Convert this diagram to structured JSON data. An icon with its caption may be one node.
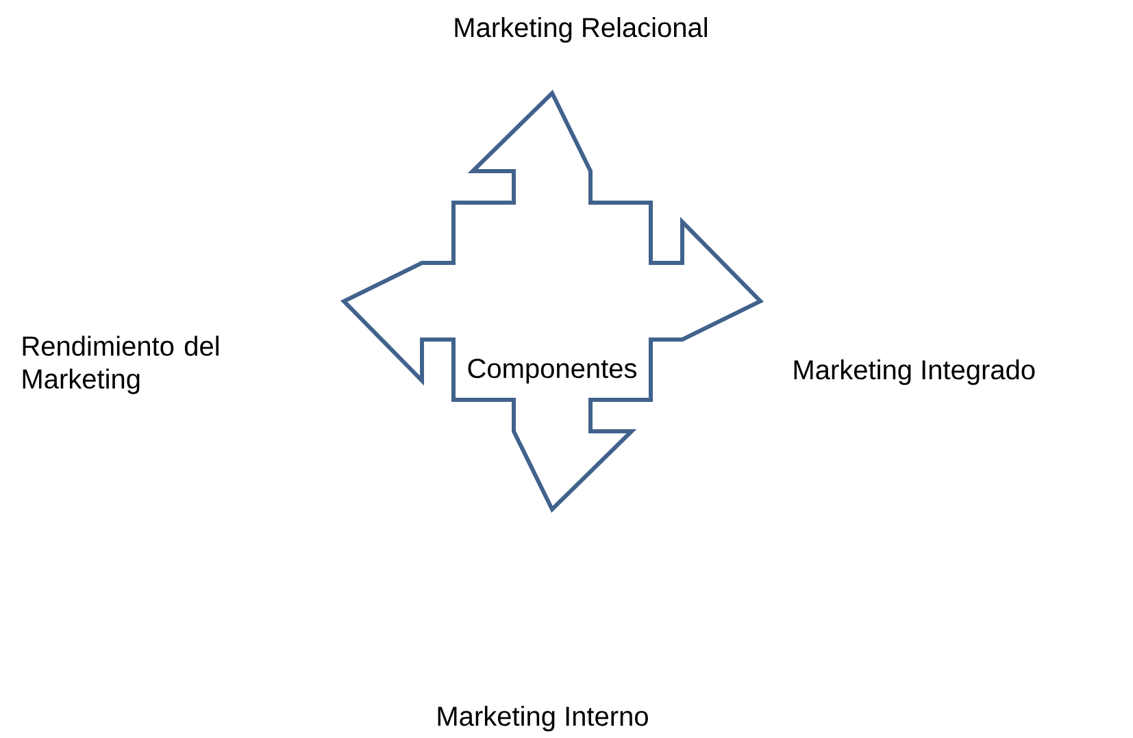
{
  "diagram": {
    "nodes": [
      {
        "text": [
          "Componentes"
        ]
      }
    ],
    "labels": [
      "Marketing Relacional",
      "Rendimiento del Marketing",
      "Marketing Integrado",
      "Marketing Interno"
    ]
  }
}
